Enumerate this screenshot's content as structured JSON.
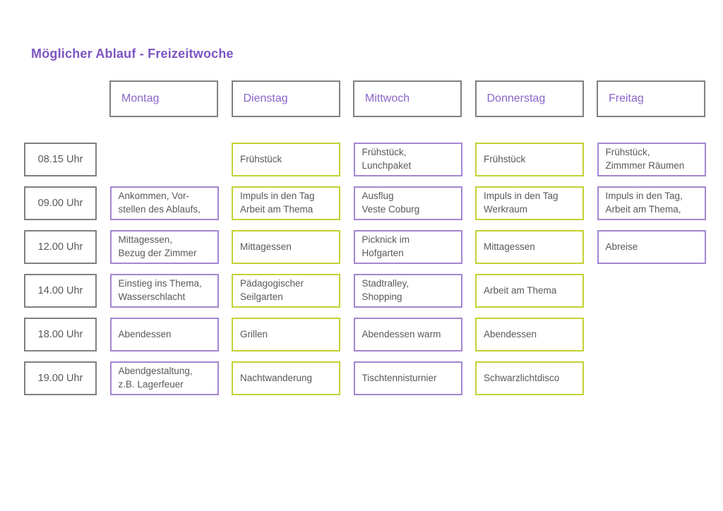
{
  "title": "Möglicher Ablauf - Freizeitwoche",
  "colors": {
    "heading": "#7d55c2",
    "day_text": "#8a64c8",
    "purple": "#a585d2",
    "green": "#c3d233",
    "gray": "#808080",
    "cell_text": "#595959"
  },
  "days": [
    "Montag",
    "Dienstag",
    "Mittwoch",
    "Donnerstag",
    "Freitag"
  ],
  "rows": [
    {
      "time": "08.15 Uhr",
      "cells": [
        null,
        {
          "text": "Frühstück",
          "style": "green"
        },
        {
          "text": "Frühstück,\nLunchpaket",
          "style": "purple"
        },
        {
          "text": "Frühstück",
          "style": "green"
        },
        {
          "text": "Frühstück,\nZimmmer Räumen",
          "style": "purple"
        }
      ]
    },
    {
      "time": "09.00 Uhr",
      "cells": [
        {
          "text": "Ankommen, Vor-\nstellen des Ablaufs,",
          "style": "purple"
        },
        {
          "text": "Impuls in den Tag\nArbeit am Thema",
          "style": "green"
        },
        {
          "text": "Ausflug\nVeste Coburg",
          "style": "purple"
        },
        {
          "text": "Impuls in den Tag\nWerkraum",
          "style": "green"
        },
        {
          "text": "Impuls in den Tag,\nArbeit am Thema,",
          "style": "purple"
        }
      ]
    },
    {
      "time": "12.00 Uhr",
      "cells": [
        {
          "text": "Mittagessen,\nBezug der Zimmer",
          "style": "purple"
        },
        {
          "text": "Mittagessen",
          "style": "green"
        },
        {
          "text": "Picknick im\nHofgarten",
          "style": "purple"
        },
        {
          "text": "Mittagessen",
          "style": "green"
        },
        {
          "text": "Abreise",
          "style": "purple"
        }
      ]
    },
    {
      "time": "14.00 Uhr",
      "cells": [
        {
          "text": "Einstieg ins Thema,\nWasserschlacht",
          "style": "purple"
        },
        {
          "text": "Pädagogischer\nSeilgarten",
          "style": "green"
        },
        {
          "text": "Stadtralley,\nShopping",
          "style": "purple"
        },
        {
          "text": "Arbeit am Thema",
          "style": "green"
        },
        null
      ]
    },
    {
      "time": "18.00 Uhr",
      "cells": [
        {
          "text": "Abendessen",
          "style": "purple"
        },
        {
          "text": "Grillen",
          "style": "green"
        },
        {
          "text": "Abendessen warm",
          "style": "purple"
        },
        {
          "text": "Abendessen",
          "style": "green"
        },
        null
      ]
    },
    {
      "time": "19.00 Uhr",
      "cells": [
        {
          "text": "Abendgestaltung,\nz.B. Lagerfeuer",
          "style": "purple"
        },
        {
          "text": "Nachtwanderung",
          "style": "green"
        },
        {
          "text": "Tischtennisturnier",
          "style": "purple"
        },
        {
          "text": "Schwarzlichtdisco",
          "style": "green"
        },
        null
      ]
    }
  ]
}
